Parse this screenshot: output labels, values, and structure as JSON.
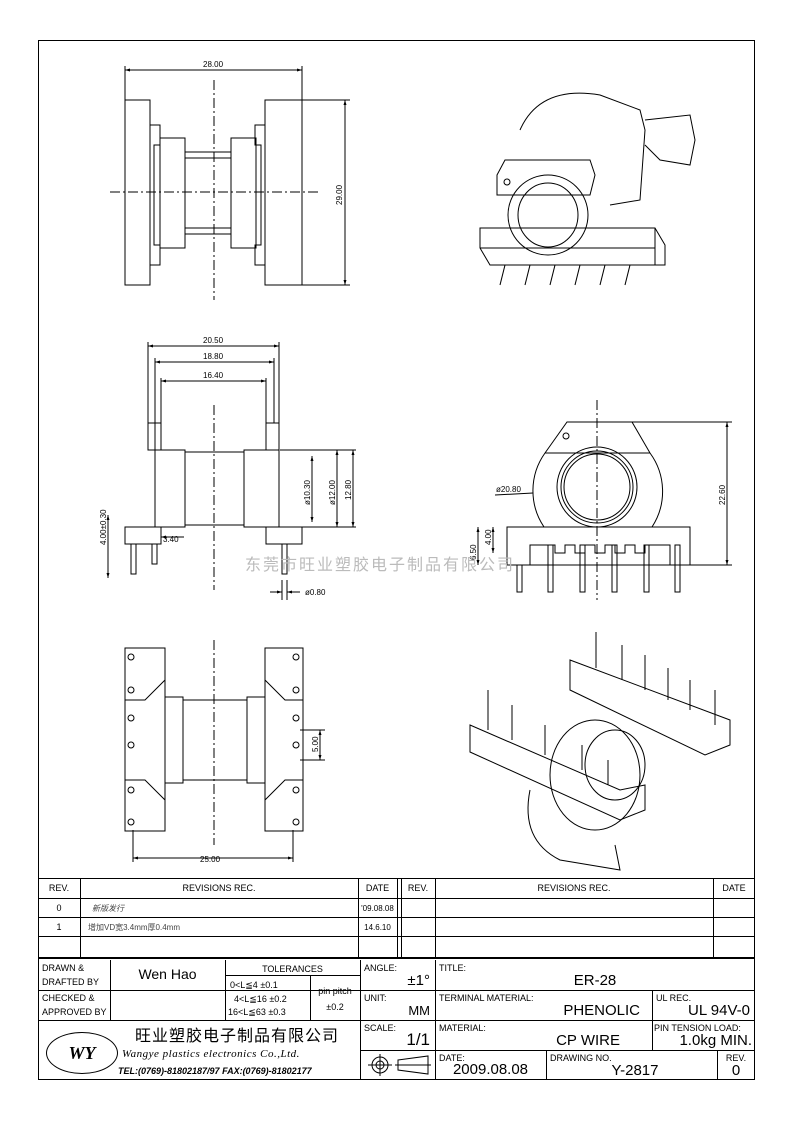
{
  "drawing": {
    "watermark": "东莞市旺业塑胶电子制品有限公司",
    "top_view": {
      "dim_width": "28.00",
      "dim_height": "29.00"
    },
    "side_view": {
      "dim_a": "20.50",
      "dim_b": "18.80",
      "dim_c": "16.40",
      "dim_d1": "ø10.30",
      "dim_d2": "ø12.00",
      "dim_h": "12.80",
      "dim_flange": "3.40",
      "dim_pin_len": "4.00±0.30",
      "dim_pin_dia": "ø0.80"
    },
    "front_view": {
      "dim_dia": "ø20.80",
      "dim_height": "22.60",
      "dim_a": "6.50",
      "dim_b": "4.00"
    },
    "bottom_view": {
      "dim_width": "25.00",
      "dim_pitch": "5.00"
    }
  },
  "revisions": {
    "headers": {
      "rev": "REV.",
      "rec": "REVISIONS   REC.",
      "date": "DATE"
    },
    "rows": [
      {
        "rev": "0",
        "rec": "新版发行",
        "date": "'09.08.08"
      },
      {
        "rev": "1",
        "rec": "增加VD宽3.4mm厚0.4mm",
        "date": "14.6.10"
      }
    ]
  },
  "title_block": {
    "drawn_label": "DRAWN &",
    "drafted_label": "DRAFTED BY",
    "drawn_by": "Wen Hao",
    "checked_label": "CHECKED &",
    "approved_label": "APPROVED BY",
    "tolerances_label": "TOLERANCES",
    "tol1": "0<L≦4    ±0.1",
    "tol2": "4<L≦16  ±0.2",
    "tol3": "16<L≦63  ±0.3",
    "pin_pitch_label": "pin pitch",
    "pin_pitch_value": "±0.2",
    "angle_label": "ANGLE:",
    "angle_value": "±1°",
    "unit_label": "UNIT:",
    "unit_value": "MM",
    "scale_label": "SCALE:",
    "scale_value": "1/1",
    "title_label": "TITLE:",
    "title_value": "ER-28",
    "terminal_label": "TERMINAL MATERIAL:",
    "terminal_value": "PHENOLIC",
    "ul_label": "UL REC.",
    "ul_value": "UL 94V-0",
    "material_label": "MATERIAL:",
    "material_value": "CP WIRE",
    "pin_tension_label": "PIN TENSION LOAD:",
    "pin_tension_value": "1.0kg  MIN.",
    "date_label": "DATE:",
    "date_value": "2009.08.08",
    "drawing_no_label": "DRAWING NO.",
    "drawing_no_value": "Y-2817",
    "rev_label": "REV.",
    "rev_value": "0",
    "company_cn": "旺业塑胶电子制品有限公司",
    "company_en": "Wangye plastics electronics Co.,Ltd.",
    "contact": "TEL:(0769)-81802187/97  FAX:(0769)-81802177",
    "logo_text": "WY"
  }
}
